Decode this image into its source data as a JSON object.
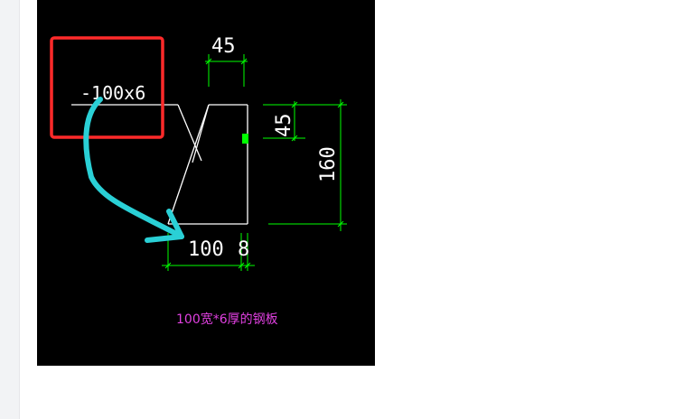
{
  "drawing": {
    "section_label": "-100x6",
    "dim_top_width": "45",
    "dim_right_top": "45",
    "dim_right_height": "160",
    "dim_bottom_width": "100",
    "dim_bottom_thickness": "8",
    "caption": "100宽*6厚的钢板"
  },
  "colors": {
    "background": "#000000",
    "outline": "#ffffff",
    "dimension": "#00ff00",
    "highlight_box": "#ff2a2a",
    "arrow": "#2ad0d6",
    "caption": "#e040e0",
    "grip": "#00ff00"
  }
}
